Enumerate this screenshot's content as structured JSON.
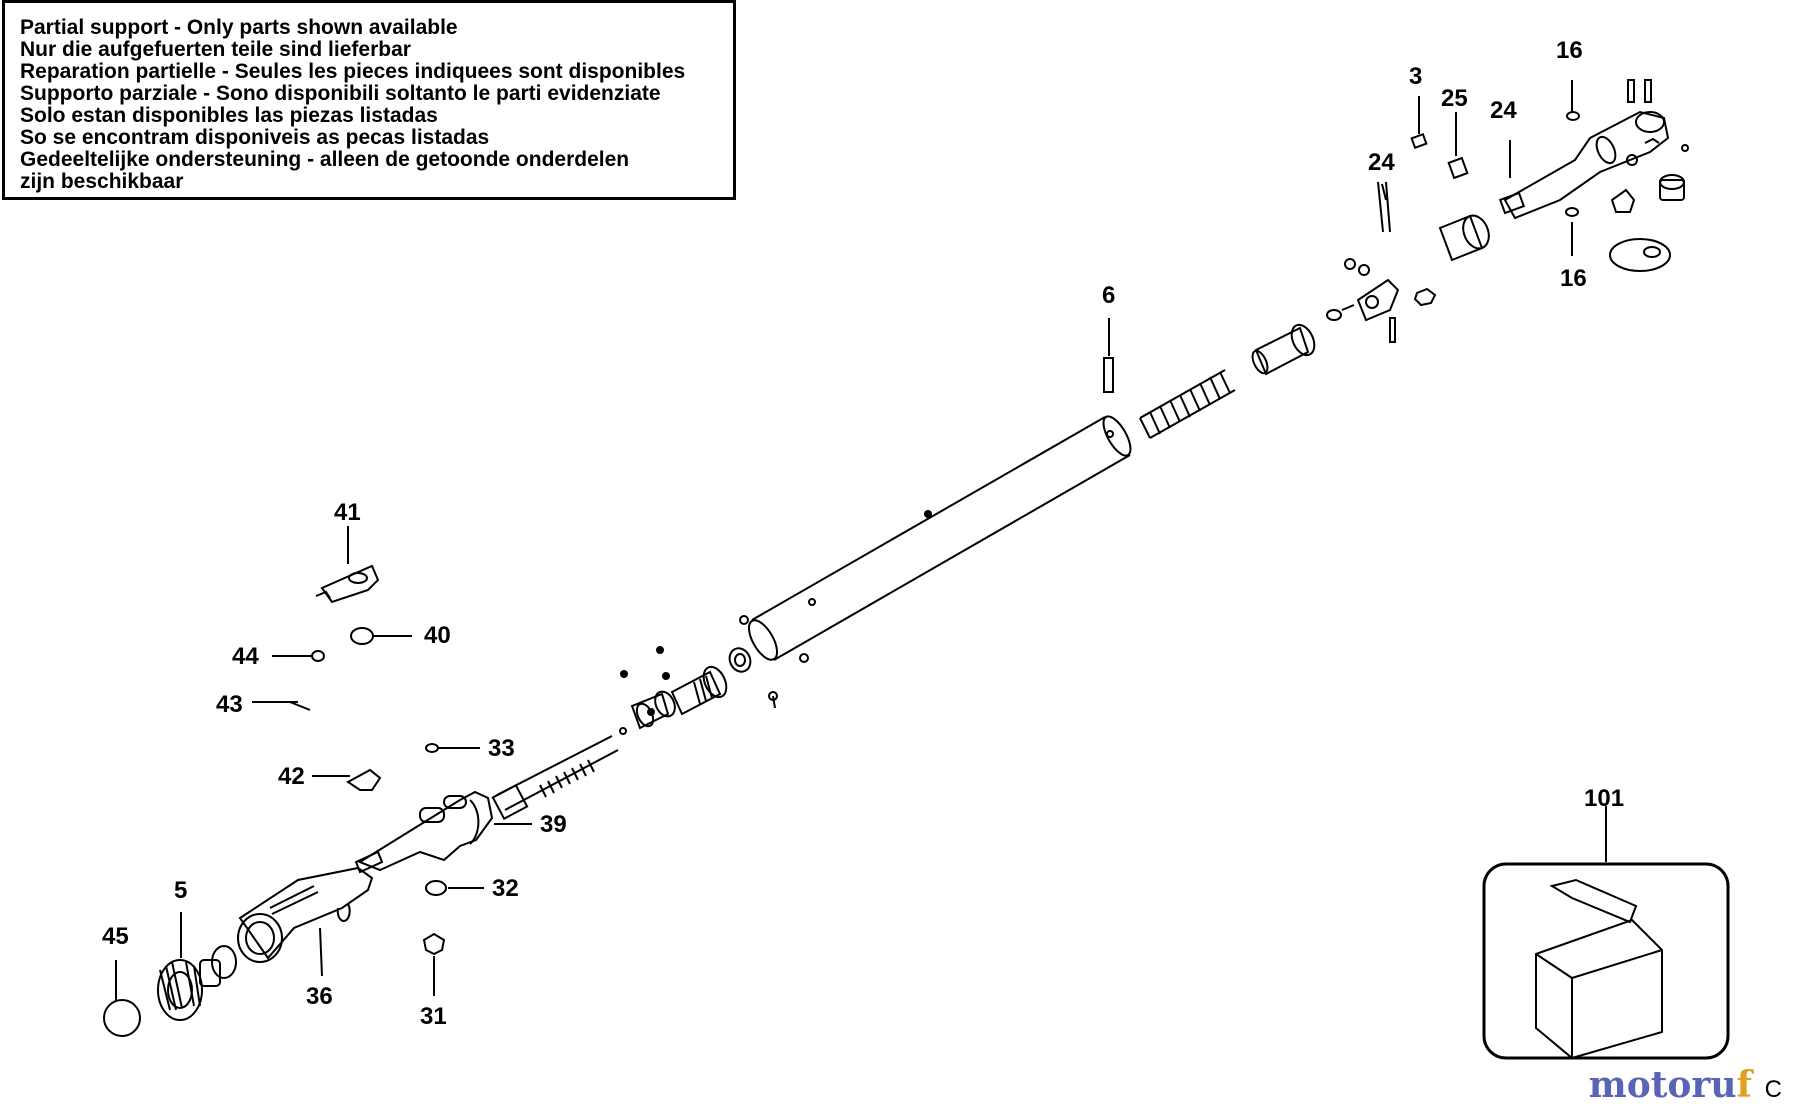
{
  "notice": {
    "lines": [
      "Partial support - Only parts shown available",
      "Nur die aufgefuerten teile sind lieferbar",
      "Reparation partielle - Seules les pieces indiquees sont disponibles",
      "Supporto parziale - Sono disponibili soltanto le parti evidenziate",
      "Solo estan disponibles las piezas listadas",
      "So se encontram disponiveis as pecas listadas",
      "Gedeeltelijke ondersteuning - alleen de getoonde onderdelen",
      "zijn beschikbaar"
    ]
  },
  "callouts": {
    "p3": "3",
    "p25": "25",
    "p24a": "24",
    "p24b": "24",
    "p16a": "16",
    "p16b": "16",
    "p6": "6",
    "p41": "41",
    "p40": "40",
    "p44": "44",
    "p43": "43",
    "p33": "33",
    "p42": "42",
    "p39": "39",
    "p5": "5",
    "p32": "32",
    "p45": "45",
    "p36": "36",
    "p31": "31",
    "p101": "101"
  },
  "watermark": {
    "main": "motoru",
    "alt": "f"
  },
  "corner_mark": "C"
}
